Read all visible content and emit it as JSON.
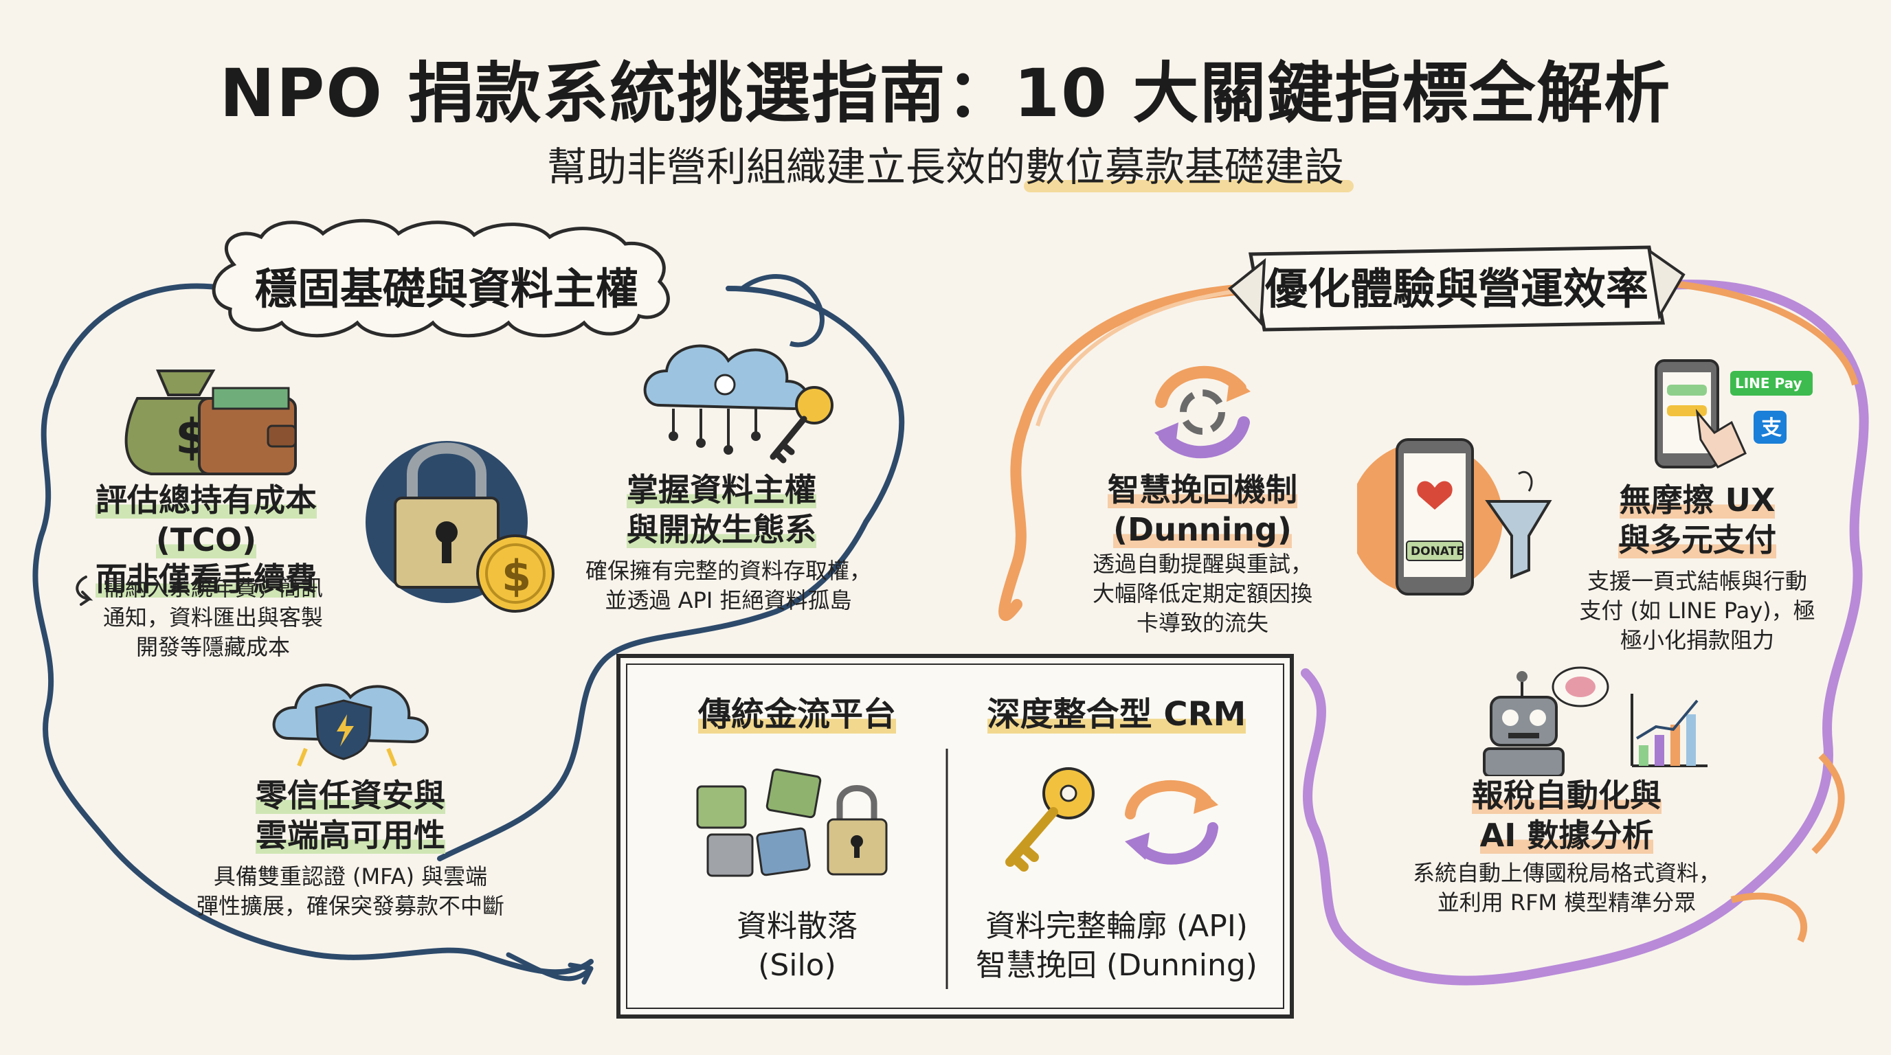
{
  "title": "NPO 捐款系統挑選指南：10 大關鍵指標全解析",
  "subtitle": "幫助非營利組織建立長效的數位募款基礎建設",
  "left_section": {
    "label": "穩固基礎與資料主權",
    "items": [
      {
        "title": "評估總持有成本 (TCO)\n而非僅看手續費",
        "desc": "需納入系統年費，簡訊\n通知，資料匯出與客製\n開發等隱藏成本"
      },
      {
        "title": "掌握資料主權\n與開放生態系",
        "desc": "確保擁有完整的資料存取權，\n並透過 API 拒絕資料孤島"
      },
      {
        "title": "零信任資安與\n雲端高可用性",
        "desc": "具備雙重認證 (MFA) 與雲端\n彈性擴展，確保突發募款不中斷"
      }
    ]
  },
  "right_section": {
    "label": "優化體驗與營運效率",
    "items": [
      {
        "title": "智慧挽回機制\n(Dunning)",
        "desc": "透過自動提醒與重試，\n大幅降低定期定額因換\n卡導致的流失"
      },
      {
        "title": "無摩擦 UX\n與多元支付",
        "desc": "支援一頁式結帳與行動\n支付 (如 LINE Pay)，極\n極小化捐款阻力"
      },
      {
        "title": "報稅自動化與\nAI 數據分析",
        "desc": "系統自動上傳國稅局格式資料，\n並利用 RFM 模型精準分眾"
      }
    ]
  },
  "icon_texts": {
    "donate": "DONATE",
    "linepay": "LINE Pay",
    "alipay": "支"
  },
  "comparison": {
    "left": {
      "title": "傳統金流平台",
      "desc": "資料散落\n(Silo)"
    },
    "right": {
      "title": "深度整合型 CRM",
      "desc": "資料完整輪廓 (API)\n智慧挽回 (Dunning)"
    }
  },
  "colors": {
    "navy": "#2d4a6b",
    "orange": "#f0a060",
    "purple": "#a77bd0",
    "green": "#cfe6b4",
    "yellow": "#f2d88e"
  },
  "icons": [
    "money-bag-icon",
    "wallet-icon",
    "padlock-icon",
    "coin-icon",
    "cloud-network-icon",
    "key-icon",
    "shield-cloud-icon",
    "sync-arrows-icon",
    "phone-donate-icon",
    "funnel-icon",
    "phone-pay-icon",
    "robot-icon",
    "bar-chart-icon",
    "puzzle-icon"
  ]
}
